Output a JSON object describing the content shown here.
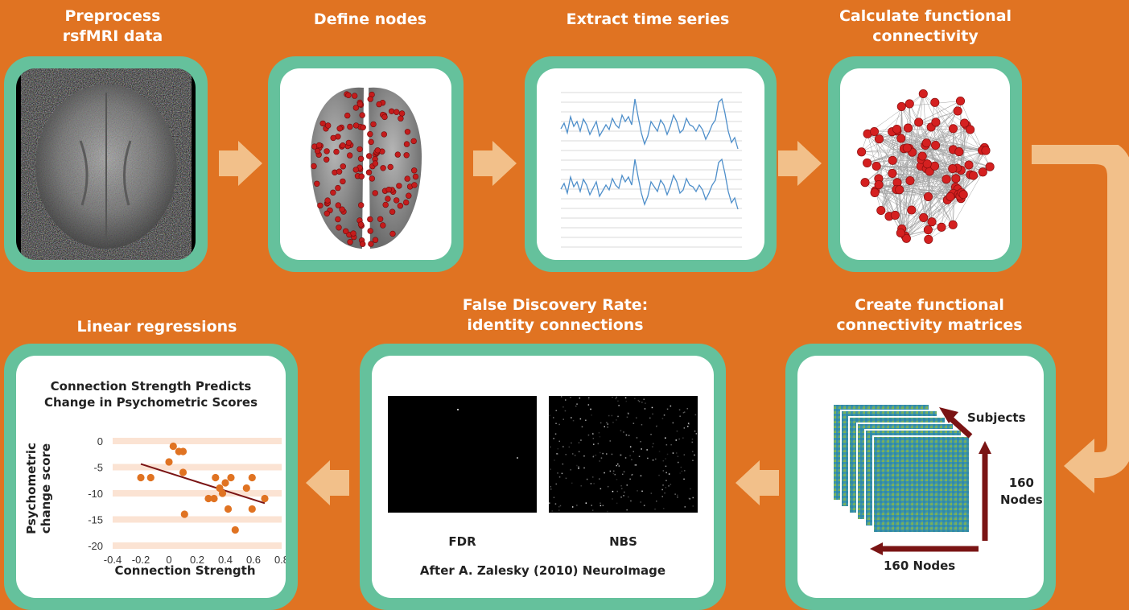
{
  "colors": {
    "background": "#e07322",
    "panel_border": "#65c19c",
    "arrow": "#f2c08a",
    "node_red": "#d42020",
    "series_blue": "#4f8fca",
    "dark_red": "#7a1414"
  },
  "steps": {
    "preprocess": {
      "line1": "Preprocess",
      "line2": "rsfMRI data"
    },
    "define_nodes": {
      "line1": "Define nodes"
    },
    "extract": {
      "line1": "Extract time series"
    },
    "connectivity": {
      "line1": "Calculate functional",
      "line2": "connectivity"
    },
    "matrices": {
      "line1": "Create functional",
      "line2": "connectivity matrices"
    },
    "fdr": {
      "line1": "False Discovery Rate:",
      "line2": "identity connections"
    },
    "regressions": {
      "line1": "Linear regressions"
    }
  },
  "matrices_panel": {
    "subjects_label": "Subjects",
    "nodes_vertical_line1": "160",
    "nodes_vertical_line2": "Nodes",
    "nodes_horizontal": "160 Nodes"
  },
  "fdr_panel": {
    "left_label": "FDR",
    "right_label": "NBS",
    "citation": "After A. Zalesky (2010) NeuroImage"
  },
  "chart_data": {
    "type": "scatter",
    "title_line1": "Connection Strength Predicts",
    "title_line2": "Change in Psychometric Scores",
    "xlabel": "Connection Strength",
    "ylabel_line1": "Psychometric",
    "ylabel_line2": "change score",
    "xlim": [
      -0.4,
      0.8
    ],
    "ylim": [
      -20,
      0
    ],
    "x_ticks": [
      "-0.4",
      "-0.2",
      "0",
      "0.2",
      "0.4",
      "0.6",
      "0.8"
    ],
    "y_ticks": [
      "0",
      "-5",
      "-10",
      "-15",
      "-20"
    ],
    "points": [
      {
        "x": -0.2,
        "y": -7
      },
      {
        "x": -0.13,
        "y": -7
      },
      {
        "x": 0.0,
        "y": -4
      },
      {
        "x": 0.03,
        "y": -1
      },
      {
        "x": 0.07,
        "y": -2
      },
      {
        "x": 0.1,
        "y": -2
      },
      {
        "x": 0.1,
        "y": -6
      },
      {
        "x": 0.11,
        "y": -14
      },
      {
        "x": 0.28,
        "y": -11
      },
      {
        "x": 0.32,
        "y": -11
      },
      {
        "x": 0.33,
        "y": -7
      },
      {
        "x": 0.36,
        "y": -9
      },
      {
        "x": 0.38,
        "y": -10
      },
      {
        "x": 0.4,
        "y": -8
      },
      {
        "x": 0.42,
        "y": -13
      },
      {
        "x": 0.44,
        "y": -7
      },
      {
        "x": 0.47,
        "y": -17
      },
      {
        "x": 0.55,
        "y": -9
      },
      {
        "x": 0.59,
        "y": -7
      },
      {
        "x": 0.59,
        "y": -13
      },
      {
        "x": 0.68,
        "y": -11
      }
    ],
    "trendline": [
      {
        "x": -0.2,
        "y": -4.4
      },
      {
        "x": 0.68,
        "y": -11.9
      }
    ]
  }
}
